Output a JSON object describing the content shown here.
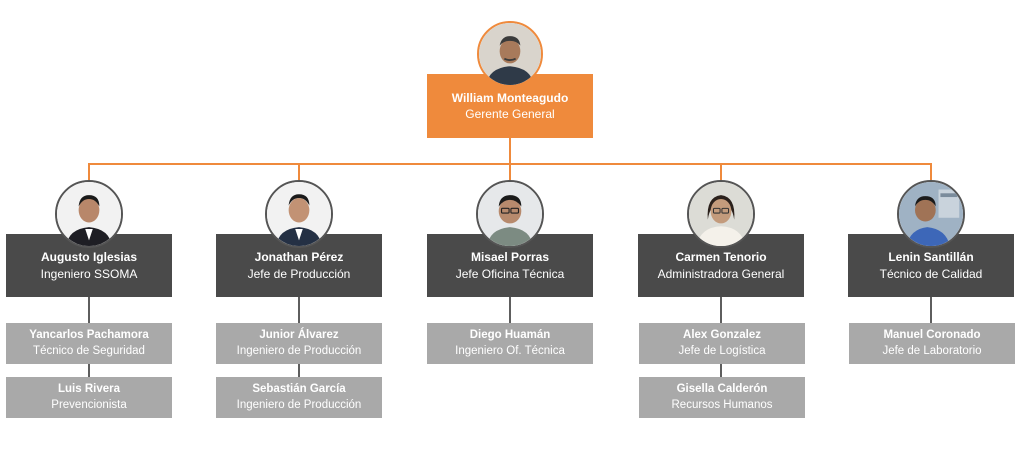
{
  "colors": {
    "accent": "#ef8a3c",
    "manager": "#4a4a4a",
    "staff": "#a9a9a9",
    "line": "#5e5e5e"
  },
  "ceo": {
    "name": "William Monteagudo",
    "role": "Gerente General"
  },
  "departments": [
    {
      "manager": {
        "name": "Augusto Iglesias",
        "role": "Ingeniero SSOMA"
      },
      "staff": [
        {
          "name": "Yancarlos Pachamora",
          "role": "Técnico de Seguridad"
        },
        {
          "name": "Luis Rivera",
          "role": "Prevencionista"
        }
      ]
    },
    {
      "manager": {
        "name": "Jonathan Pérez",
        "role": "Jefe de Producción"
      },
      "staff": [
        {
          "name": "Junior Álvarez",
          "role": "Ingeniero de Producción"
        },
        {
          "name": "Sebastián García",
          "role": "Ingeniero de Producción"
        }
      ]
    },
    {
      "manager": {
        "name": "Misael Porras",
        "role": "Jefe Oficina Técnica"
      },
      "staff": [
        {
          "name": "Diego Huamán",
          "role": "Ingeniero Of. Técnica"
        }
      ]
    },
    {
      "manager": {
        "name": "Carmen Tenorio",
        "role": "Administradora General"
      },
      "staff": [
        {
          "name": "Alex Gonzalez",
          "role": "Jefe de Logística"
        },
        {
          "name": "Gisella Calderón",
          "role": "Recursos Humanos"
        }
      ]
    },
    {
      "manager": {
        "name": "Lenin Santillán",
        "role": "Técnico de Calidad"
      },
      "staff": [
        {
          "name": "Manuel Coronado",
          "role": "Jefe de Laboratorio"
        }
      ]
    }
  ]
}
